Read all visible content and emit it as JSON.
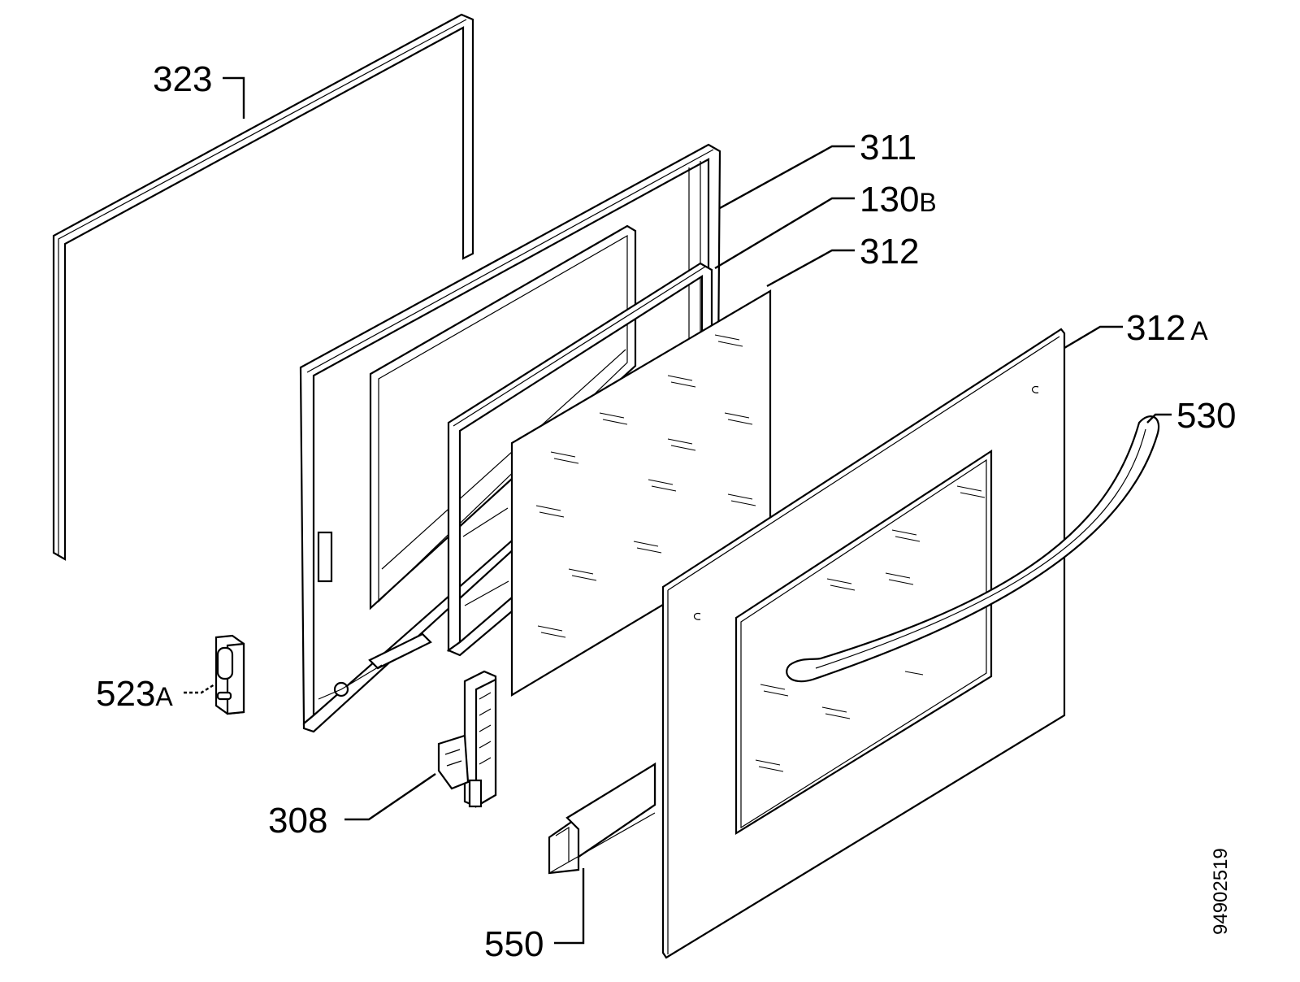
{
  "labels": {
    "p323": "323",
    "p311": "311",
    "p130": "130",
    "p130_suffix": "B",
    "p312": "312",
    "p312a": "312",
    "p312a_suffix": "A",
    "p530": "530",
    "p523": "523",
    "p523_suffix": "A",
    "p308": "308",
    "p550": "550"
  },
  "drawing_code": "94902519"
}
